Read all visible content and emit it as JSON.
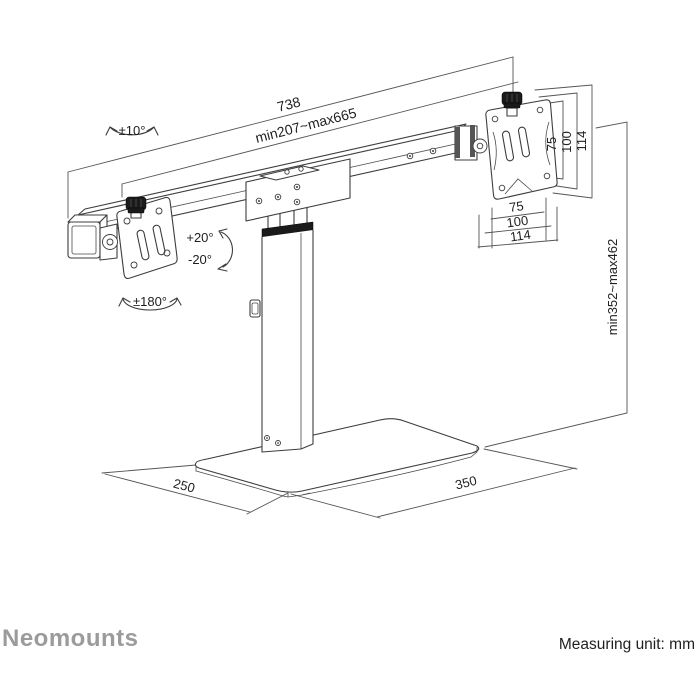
{
  "brand": {
    "logo_text": "Neomounts"
  },
  "footer": {
    "measuring_unit": "Measuring unit: mm"
  },
  "dimensions": {
    "bar_total_width": "738",
    "mount_span_range": "min207~max665",
    "height_range": "min352~max462",
    "base_depth": "250",
    "base_width": "350",
    "vesa_right_vertical": [
      "75",
      "100",
      "114"
    ],
    "vesa_right_horizontal": [
      "75",
      "100",
      "114"
    ]
  },
  "rotation_annotations": {
    "swivel": "±10°",
    "tilt_up": "+20°",
    "tilt_down": "-20°",
    "rotate": "±180°"
  },
  "colors": {
    "background": "#ffffff",
    "line": "#3d3d3d",
    "dim_line": "#555555",
    "text": "#1e1e1e",
    "brand_gray": "#9b9b9b",
    "knob_black": "#1a1a1a"
  }
}
